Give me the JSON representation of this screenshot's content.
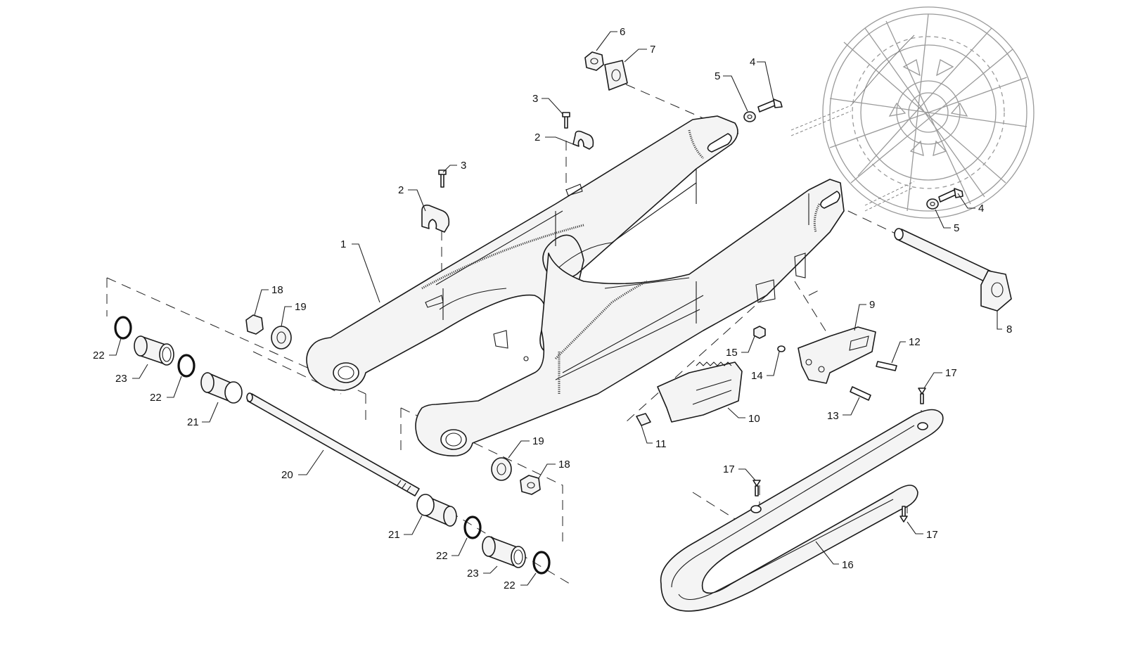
{
  "diagram": {
    "callouts": [
      {
        "id": "c1",
        "label": "1"
      },
      {
        "id": "c2a",
        "label": "2"
      },
      {
        "id": "c2b",
        "label": "2"
      },
      {
        "id": "c3a",
        "label": "3"
      },
      {
        "id": "c3b",
        "label": "3"
      },
      {
        "id": "c4a",
        "label": "4"
      },
      {
        "id": "c4b",
        "label": "4"
      },
      {
        "id": "c5a",
        "label": "5"
      },
      {
        "id": "c5b",
        "label": "5"
      },
      {
        "id": "c6",
        "label": "6"
      },
      {
        "id": "c7",
        "label": "7"
      },
      {
        "id": "c8",
        "label": "8"
      },
      {
        "id": "c9",
        "label": "9"
      },
      {
        "id": "c10",
        "label": "10"
      },
      {
        "id": "c11",
        "label": "11"
      },
      {
        "id": "c12",
        "label": "12"
      },
      {
        "id": "c13",
        "label": "13"
      },
      {
        "id": "c14",
        "label": "14"
      },
      {
        "id": "c15",
        "label": "15"
      },
      {
        "id": "c16",
        "label": "16"
      },
      {
        "id": "c17a",
        "label": "17"
      },
      {
        "id": "c17b",
        "label": "17"
      },
      {
        "id": "c17c",
        "label": "17"
      },
      {
        "id": "c18a",
        "label": "18"
      },
      {
        "id": "c18b",
        "label": "18"
      },
      {
        "id": "c19a",
        "label": "19"
      },
      {
        "id": "c19b",
        "label": "19"
      },
      {
        "id": "c20",
        "label": "20"
      },
      {
        "id": "c21a",
        "label": "21"
      },
      {
        "id": "c21b",
        "label": "21"
      },
      {
        "id": "c22a",
        "label": "22"
      },
      {
        "id": "c22b",
        "label": "22"
      },
      {
        "id": "c22c",
        "label": "22"
      },
      {
        "id": "c22d",
        "label": "22"
      },
      {
        "id": "c23a",
        "label": "23"
      },
      {
        "id": "c23b",
        "label": "23"
      }
    ]
  }
}
